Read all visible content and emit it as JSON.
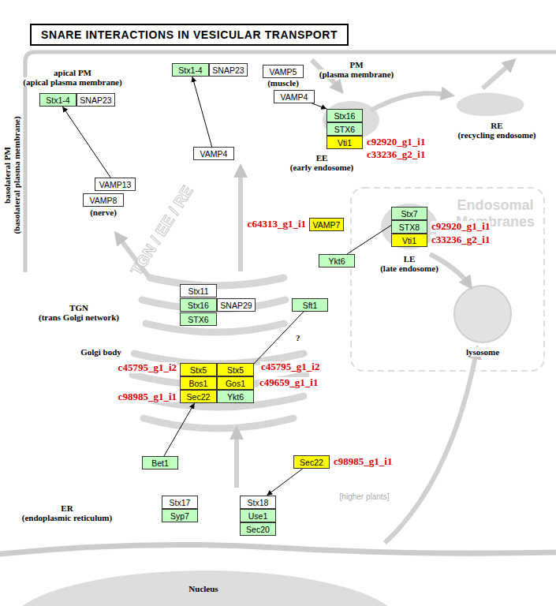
{
  "diagram": {
    "title": "SNARE INTERACTIONS IN VESICULAR TRANSPORT",
    "nodes": [
      {
        "text": [
          "Stx1-4"
        ]
      },
      {
        "text": [
          "SNAP23"
        ]
      },
      {
        "text": [
          "Stx1-4"
        ]
      },
      {
        "text": [
          "SNAP23"
        ]
      },
      {
        "text": [
          "VAMP5"
        ]
      },
      {
        "text": [
          "VAMP4"
        ]
      },
      {
        "text": [
          "Stx16"
        ]
      },
      {
        "text": [
          "STX6"
        ]
      },
      {
        "text": [
          "Vti1"
        ]
      },
      {
        "text": [
          "VAMP13"
        ]
      },
      {
        "text": [
          "VAMP8"
        ]
      },
      {
        "text": [
          "VAMP4"
        ]
      },
      {
        "text": [
          "VAMP7"
        ]
      },
      {
        "text": [
          "Stx7"
        ]
      },
      {
        "text": [
          "STX8"
        ]
      },
      {
        "text": [
          "Vti1"
        ]
      },
      {
        "text": [
          "Ykt6"
        ]
      },
      {
        "text": [
          "Stx11"
        ]
      },
      {
        "text": [
          "Stx16"
        ]
      },
      {
        "text": [
          "SNAP29"
        ]
      },
      {
        "text": [
          "STX6"
        ]
      },
      {
        "text": [
          "Sft1"
        ]
      },
      {
        "text": [
          "Stx5"
        ]
      },
      {
        "text": [
          "Stx5"
        ]
      },
      {
        "text": [
          "Bos1"
        ]
      },
      {
        "text": [
          "Gos1"
        ]
      },
      {
        "text": [
          "Sec22"
        ]
      },
      {
        "text": [
          "Ykt6"
        ]
      },
      {
        "text": [
          "Bet1"
        ]
      },
      {
        "text": [
          "Sec22"
        ]
      },
      {
        "text": [
          "Stx17"
        ]
      },
      {
        "text": [
          "Stx18"
        ]
      },
      {
        "text": [
          "Syp7"
        ]
      },
      {
        "text": [
          "Use1"
        ]
      },
      {
        "text": [
          "Sec20"
        ]
      }
    ],
    "edges": [
      {
        "from": 9,
        "to": 0,
        "arrow": "to"
      },
      {
        "from": 11,
        "to": 2,
        "arrow": "to"
      },
      {
        "from": 5,
        "to": 6,
        "arrow": "to"
      },
      {
        "from": 16,
        "to": 13,
        "arrow": "to"
      },
      {
        "from": 21,
        "to": 25,
        "arrow": "to"
      },
      {
        "from": 28,
        "to": 26,
        "arrow": "to"
      },
      {
        "from": 29,
        "to": 31,
        "arrow": "to"
      }
    ],
    "labels": [
      "PM",
      "(plasma membrane)",
      "apical PM",
      "(apical plasma membrane)",
      "basolateral PM",
      "(basolateral plasma membrane)",
      "RE",
      "(recycling endosome)",
      "EE",
      "(early endosome)",
      "Endosomal Membranes",
      "LE",
      "(late endosome)",
      "TGN",
      "(trans Golgi network)",
      "Golgi body",
      "ER",
      "(endoplasmic reticulum)",
      "Nucleus",
      "lysosome",
      "[higher plants]",
      "TGN / EE / RE",
      "?",
      "(muscle)",
      "(nerve)",
      "c92920_g1_i1",
      "c33236_g2_i1",
      "c64313_g1_i1",
      "c92920_g1_i1",
      "c33236_g2_i1",
      "c45795_g1_i2",
      "c45795_g1_i2",
      "c49659_g1_i1",
      "c98985_g1_i1",
      "c98985_g1_i1"
    ]
  }
}
